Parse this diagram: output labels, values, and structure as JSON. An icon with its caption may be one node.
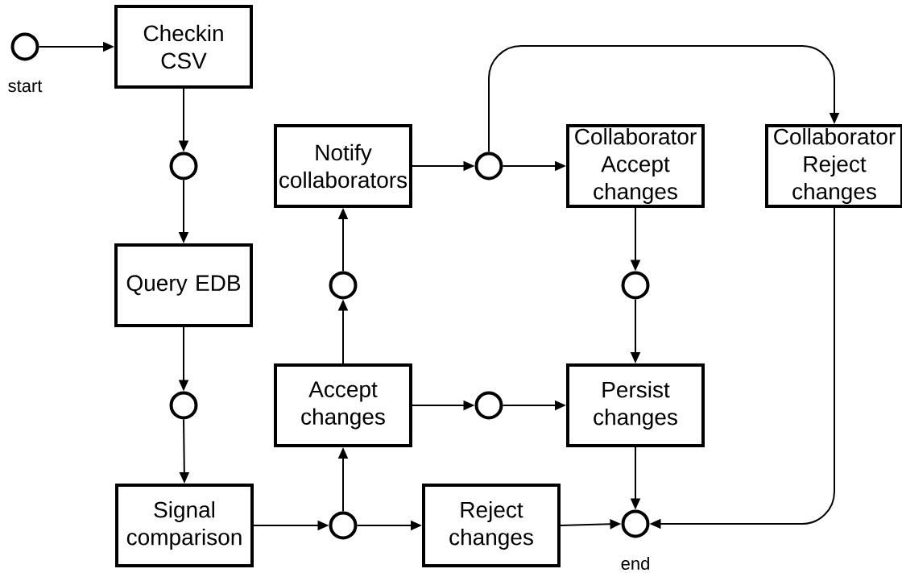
{
  "diagram": {
    "nodes": [
      {
        "text": [],
        "shape": "circle",
        "beside": [
          "start"
        ]
      },
      {
        "text": [
          "Checkin CSV"
        ]
      },
      {
        "text": [],
        "shape": "circle"
      },
      {
        "text": [
          "Notify collaborators"
        ]
      },
      {
        "text": [],
        "shape": "circle"
      },
      {
        "text": [
          "Collaborator Accept changes"
        ]
      },
      {
        "text": [
          "Collaborator Reject changes"
        ]
      },
      {
        "text": [
          "Query EDB"
        ]
      },
      {
        "text": [],
        "shape": "circle"
      },
      {
        "text": [],
        "shape": "circle"
      },
      {
        "text": [],
        "shape": "circle"
      },
      {
        "text": [
          "Accept changes"
        ]
      },
      {
        "text": [],
        "shape": "circle"
      },
      {
        "text": [
          "Persist changes"
        ]
      },
      {
        "text": [
          "Signal comparison"
        ]
      },
      {
        "text": [],
        "shape": "circle"
      },
      {
        "text": [
          "Reject changes"
        ]
      },
      {
        "text": [],
        "shape": "circle",
        "beside": [
          "end"
        ]
      }
    ],
    "edges": [
      {
        "from": 0,
        "to": 1,
        "arrow": "to"
      },
      {
        "from": 1,
        "to": 2,
        "arrow": "to"
      },
      {
        "from": 2,
        "to": 7,
        "arrow": "to"
      },
      {
        "from": 7,
        "to": 10,
        "arrow": "to"
      },
      {
        "from": 10,
        "to": 14,
        "arrow": "to"
      },
      {
        "from": 14,
        "to": 15,
        "arrow": "to"
      },
      {
        "from": 15,
        "to": 11,
        "arrow": "to"
      },
      {
        "from": 15,
        "to": 16,
        "arrow": "to"
      },
      {
        "from": 11,
        "to": 8,
        "arrow": "to"
      },
      {
        "from": 8,
        "to": 3,
        "arrow": "to"
      },
      {
        "from": 3,
        "to": 4,
        "arrow": "to"
      },
      {
        "from": 4,
        "to": 5,
        "arrow": "to"
      },
      {
        "from": 4,
        "to": 6,
        "arrow": "to"
      },
      {
        "from": 5,
        "to": 9,
        "arrow": "to"
      },
      {
        "from": 9,
        "to": 13,
        "arrow": "to"
      },
      {
        "from": 11,
        "to": 12,
        "arrow": "to"
      },
      {
        "from": 12,
        "to": 13,
        "arrow": "to"
      },
      {
        "from": 13,
        "to": 17,
        "arrow": "to"
      },
      {
        "from": 16,
        "to": 17,
        "arrow": "to"
      },
      {
        "from": 6,
        "to": 17,
        "arrow": "to"
      }
    ]
  }
}
